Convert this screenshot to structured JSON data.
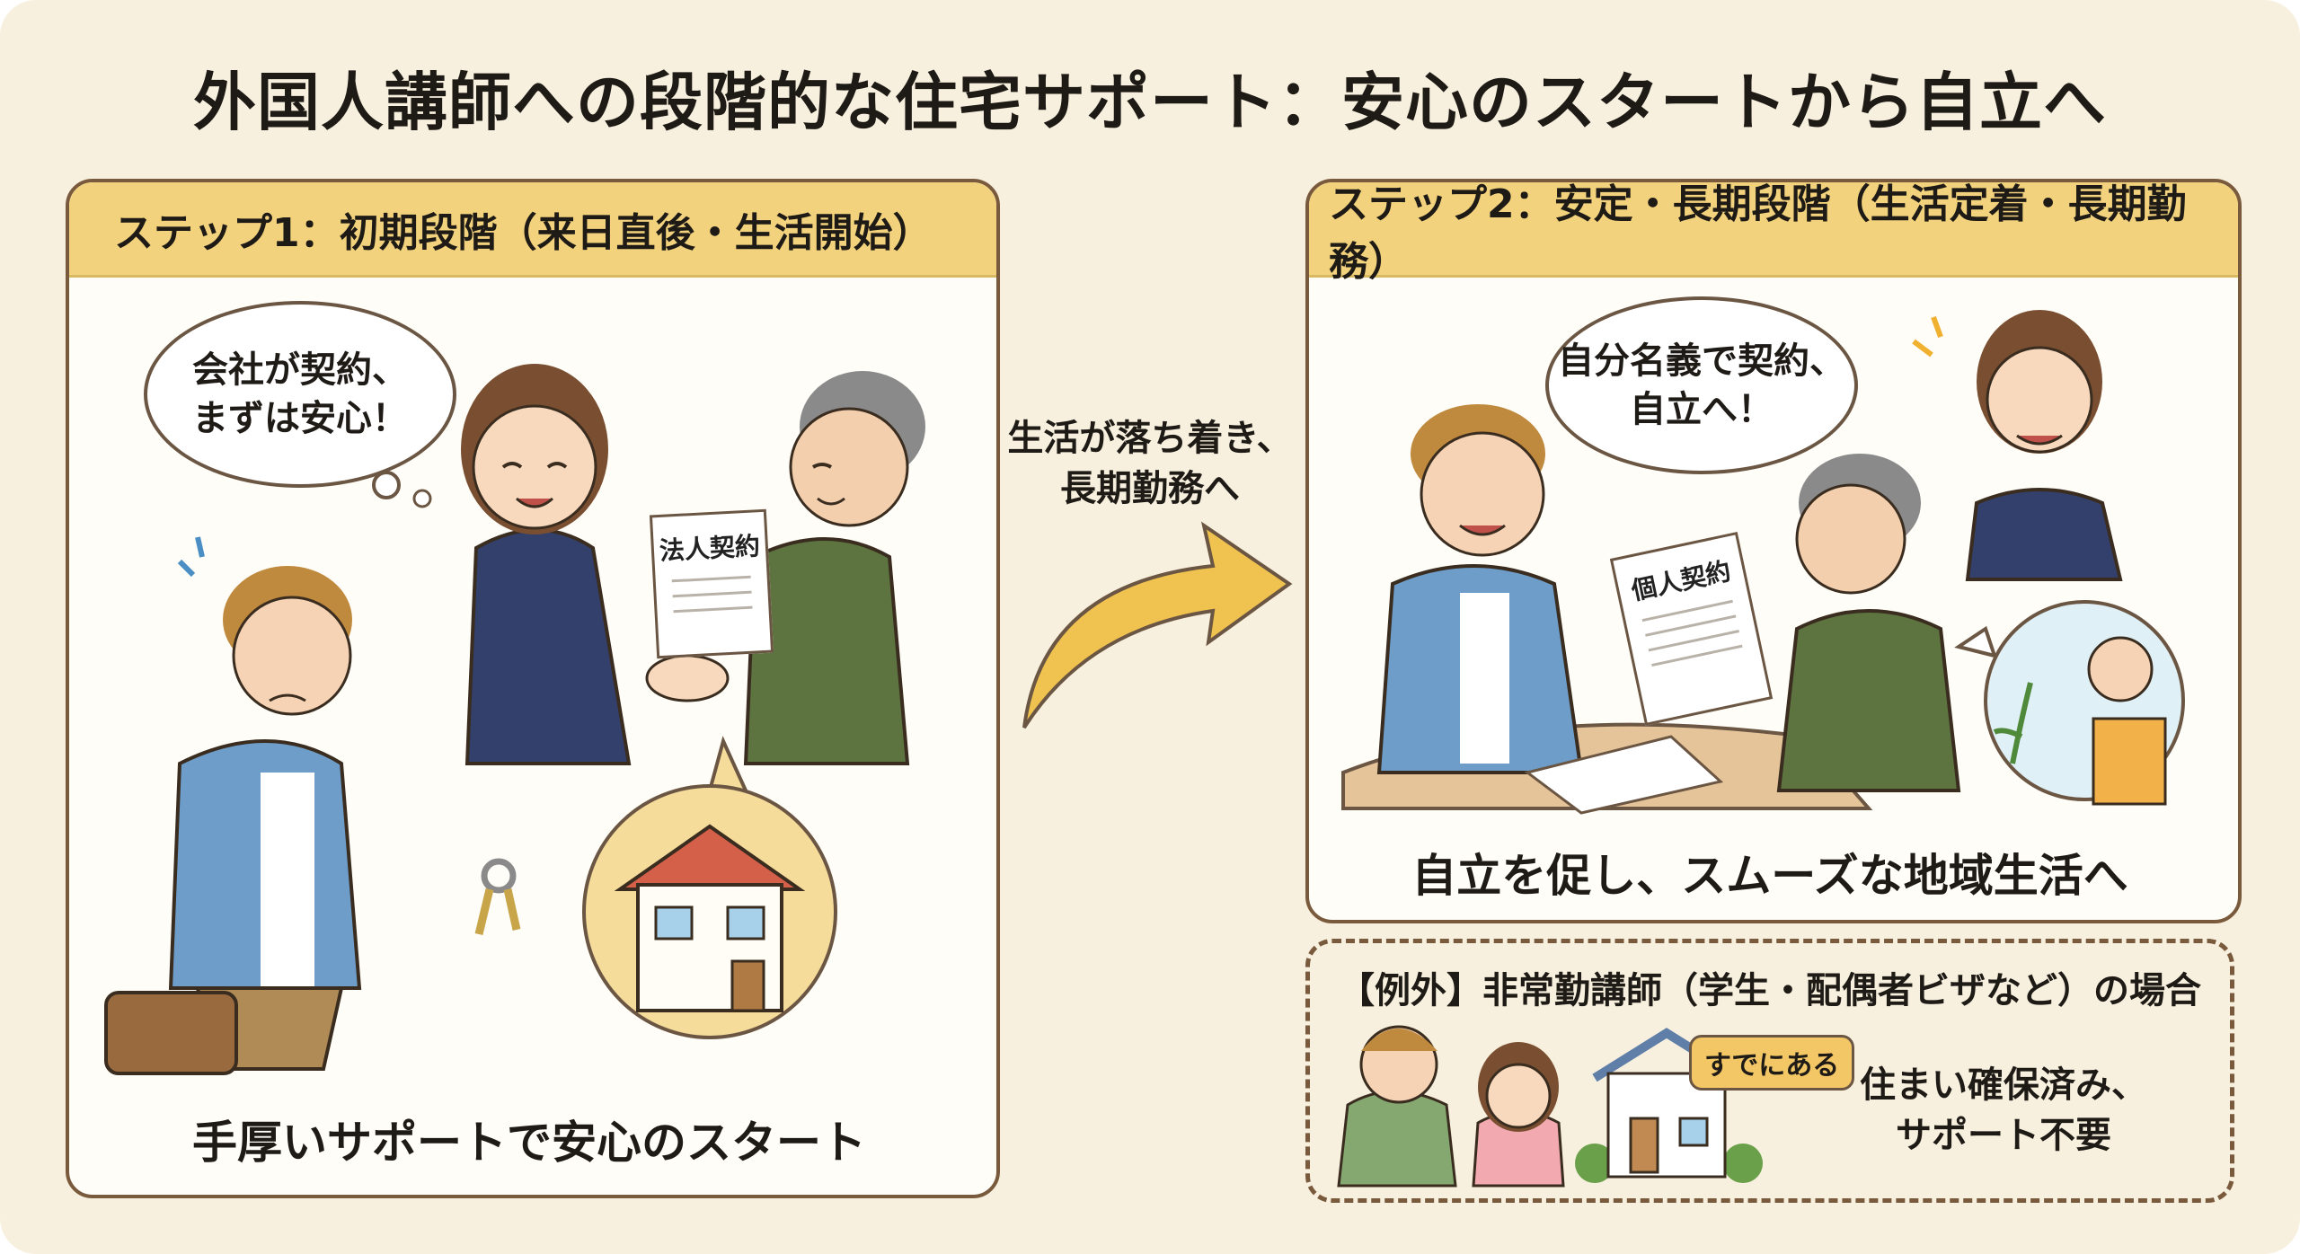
{
  "title": "外国人講師への段階的な住宅サポート：安心のスタートから自立へ",
  "step1": {
    "header": "ステップ1：初期段階（来日直後・生活開始）",
    "bubble": [
      "会社が契約、",
      "まずは安心！"
    ],
    "document": "法人契約",
    "caption": "手厚いサポートで安心のスタート"
  },
  "transition": [
    "生活が落ち着き、",
    "長期勤務へ"
  ],
  "step2": {
    "header": "ステップ2：安定・長期段階（生活定着・長期勤務）",
    "bubble": [
      "自分名義で契約、",
      "自立へ！"
    ],
    "document": "個人契約",
    "caption": "自立を促し、スムーズな地域生活へ"
  },
  "exception": {
    "header": "【例外】非常勤講師（学生・配偶者ビザなど）の場合",
    "house_tag": "すでにある",
    "note": [
      "住まい確保済み、",
      "サポート不要"
    ]
  },
  "colors": {
    "background": "#f8f0de",
    "header": "#f2d27c",
    "border": "#7a5a3c",
    "arrow": "#f0c350"
  }
}
